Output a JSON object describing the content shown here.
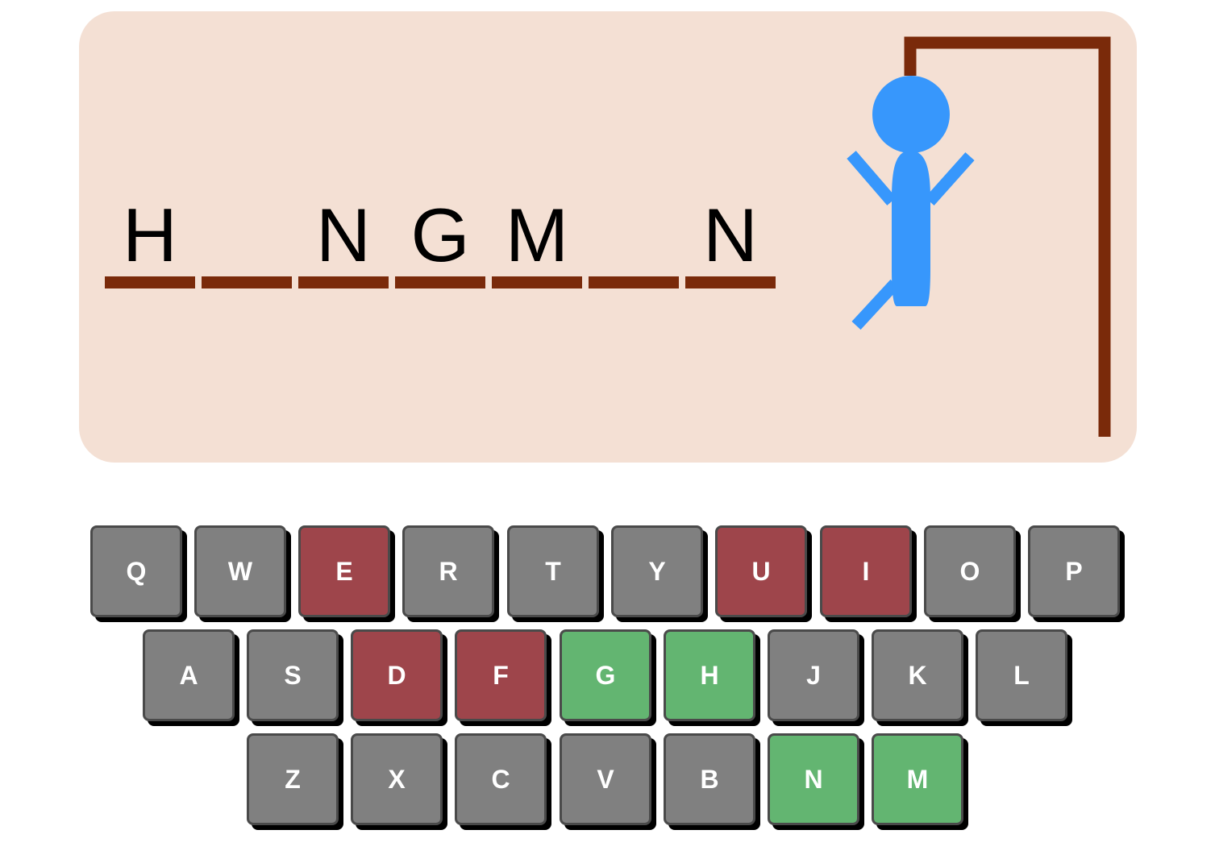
{
  "word": {
    "slots": [
      {
        "letter": "H"
      },
      {
        "letter": ""
      },
      {
        "letter": "N"
      },
      {
        "letter": "G"
      },
      {
        "letter": "M"
      },
      {
        "letter": ""
      },
      {
        "letter": "N"
      }
    ]
  },
  "figure": {
    "parts_shown": [
      "head",
      "body",
      "left-arm",
      "right-arm",
      "left-leg"
    ],
    "gallows_color": "#7a2a0a",
    "figure_color": "#3797fc"
  },
  "keyboard": {
    "rows": [
      [
        {
          "label": "Q",
          "state": "unused"
        },
        {
          "label": "W",
          "state": "unused"
        },
        {
          "label": "E",
          "state": "wrong"
        },
        {
          "label": "R",
          "state": "unused"
        },
        {
          "label": "T",
          "state": "unused"
        },
        {
          "label": "Y",
          "state": "unused"
        },
        {
          "label": "U",
          "state": "wrong"
        },
        {
          "label": "I",
          "state": "wrong"
        },
        {
          "label": "O",
          "state": "unused"
        },
        {
          "label": "P",
          "state": "unused"
        }
      ],
      [
        {
          "label": "A",
          "state": "unused"
        },
        {
          "label": "S",
          "state": "unused"
        },
        {
          "label": "D",
          "state": "wrong"
        },
        {
          "label": "F",
          "state": "wrong"
        },
        {
          "label": "G",
          "state": "correct"
        },
        {
          "label": "H",
          "state": "correct"
        },
        {
          "label": "J",
          "state": "unused"
        },
        {
          "label": "K",
          "state": "unused"
        },
        {
          "label": "L",
          "state": "unused"
        }
      ],
      [
        {
          "label": "Z",
          "state": "unused"
        },
        {
          "label": "X",
          "state": "unused"
        },
        {
          "label": "C",
          "state": "unused"
        },
        {
          "label": "V",
          "state": "unused"
        },
        {
          "label": "B",
          "state": "unused"
        },
        {
          "label": "N",
          "state": "correct"
        },
        {
          "label": "M",
          "state": "correct"
        }
      ]
    ]
  },
  "colors": {
    "board_bg": "#f4e0d4",
    "key_unused": "#808080",
    "key_wrong": "#9e454b",
    "key_correct": "#63b571"
  }
}
